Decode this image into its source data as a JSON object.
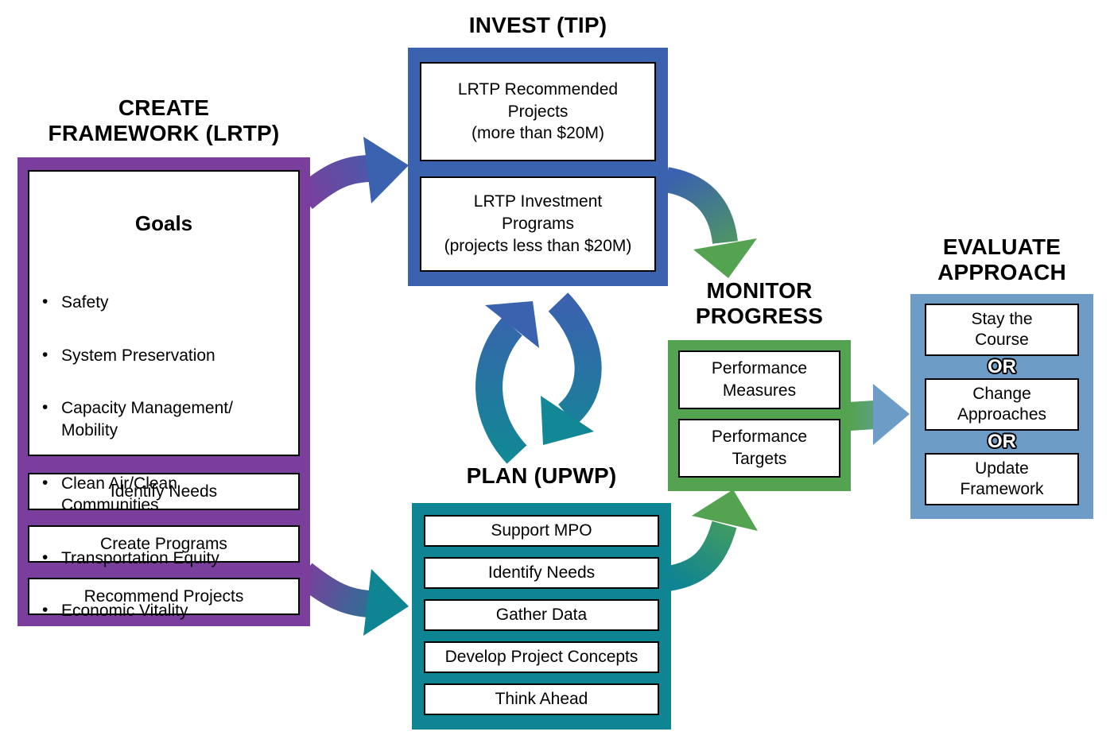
{
  "create_framework": {
    "title_lines": [
      "CREATE",
      "FRAMEWORK (LRTP)"
    ],
    "goals_heading": "Goals",
    "goals": [
      "Safety",
      "System Preservation",
      "Capacity Management/\nMobility",
      "Clean Air/Clean\nCommunities",
      "Transportation Equity",
      "Economic Vitality"
    ],
    "steps": [
      "Identify Needs",
      "Create Programs",
      "Recommend Projects"
    ],
    "color": "#7A3F9D"
  },
  "invest": {
    "title": "INVEST (TIP)",
    "items": [
      "LRTP Recommended\nProjects\n(more than $20M)",
      "LRTP Investment\nPrograms\n(projects less than $20M)"
    ],
    "color": "#3A62AE"
  },
  "plan": {
    "title": "PLAN (UPWP)",
    "items": [
      "Support MPO",
      "Identify Needs",
      "Gather Data",
      "Develop Project Concepts",
      "Think Ahead"
    ],
    "color": "#0F8492"
  },
  "monitor": {
    "title_lines": [
      "MONITOR",
      "PROGRESS"
    ],
    "items": [
      "Performance\nMeasures",
      "Performance\nTargets"
    ],
    "color": "#53A351"
  },
  "evaluate": {
    "title_lines": [
      "EVALUATE",
      "APPROACH"
    ],
    "options": [
      "Stay the\nCourse",
      "Change\nApproaches",
      "Update\nFramework"
    ],
    "or_label": "OR",
    "color": "#6D9CC6"
  }
}
